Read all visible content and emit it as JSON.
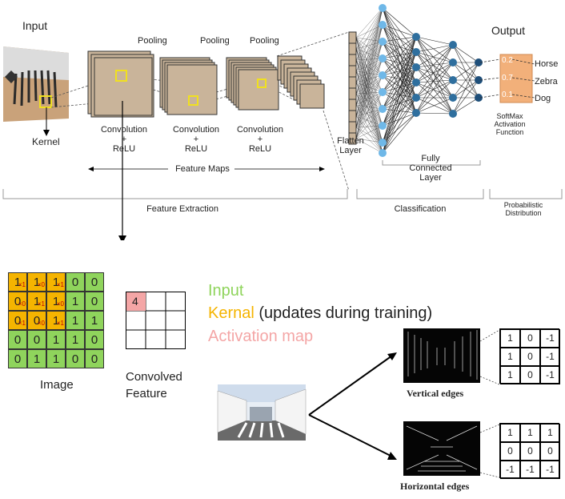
{
  "top": {
    "input_label": "Input",
    "kernel_label": "Kernel",
    "pooling_labels": [
      "Pooling",
      "Pooling",
      "Pooling"
    ],
    "conv_labels": [
      {
        "line1": "Convolution",
        "line2": "+",
        "line3": "ReLU"
      },
      {
        "line1": "Convolution",
        "line2": "+",
        "line3": "ReLU"
      },
      {
        "line1": "Convolution",
        "line2": "+",
        "line3": "ReLU"
      }
    ],
    "flatten_label_1": "Flatten",
    "flatten_label_2": "Layer",
    "fc_label_1": "Fully",
    "fc_label_2": "Connected",
    "fc_label_3": "Layer",
    "output_label": "Output",
    "output_values": [
      "0.2",
      "0.7",
      "0.1"
    ],
    "output_classes": [
      "Horse",
      "Zebra",
      "Dog"
    ],
    "softmax_1": "SoftMax",
    "softmax_2": "Activation",
    "softmax_3": "Function",
    "feature_maps": "Feature  Maps",
    "sections": {
      "feature_extraction": "Feature Extraction",
      "classification": "Classification",
      "prob_1": "Probabilistic",
      "prob_2": "Distribution"
    }
  },
  "convolution": {
    "image_grid": [
      [
        "1",
        "1",
        "1",
        "0",
        "0"
      ],
      [
        "0",
        "1",
        "1",
        "1",
        "0"
      ],
      [
        "0",
        "0",
        "1",
        "1",
        "1"
      ],
      [
        "0",
        "0",
        "1",
        "1",
        "0"
      ],
      [
        "0",
        "1",
        "1",
        "0",
        "0"
      ]
    ],
    "kernel_subscripts": [
      [
        "×1",
        "×0",
        "×1"
      ],
      [
        "×0",
        "×1",
        "×0"
      ],
      [
        "×1",
        "×0",
        "×1"
      ]
    ],
    "image_label": "Image",
    "convolved_value": "4",
    "convolved_label_1": "Convolved",
    "convolved_label_2": "Feature",
    "colors": {
      "input": "#8fd45c",
      "kernel": "#f5b400",
      "activation": "#f4a6a6"
    }
  },
  "legend": {
    "input": "Input",
    "kernel": "Kernal",
    "kernel_note": " (updates during training)",
    "activation": "Activation map"
  },
  "edges": {
    "vertical_label": "Vertical edges",
    "horizontal_label": "Horizontal edges",
    "vertical_kernel": [
      [
        "1",
        "0",
        "-1"
      ],
      [
        "1",
        "0",
        "-1"
      ],
      [
        "1",
        "0",
        "-1"
      ]
    ],
    "horizontal_kernel": [
      [
        "1",
        "1",
        "1"
      ],
      [
        "0",
        "0",
        "0"
      ],
      [
        "-1",
        "-1",
        "-1"
      ]
    ]
  }
}
